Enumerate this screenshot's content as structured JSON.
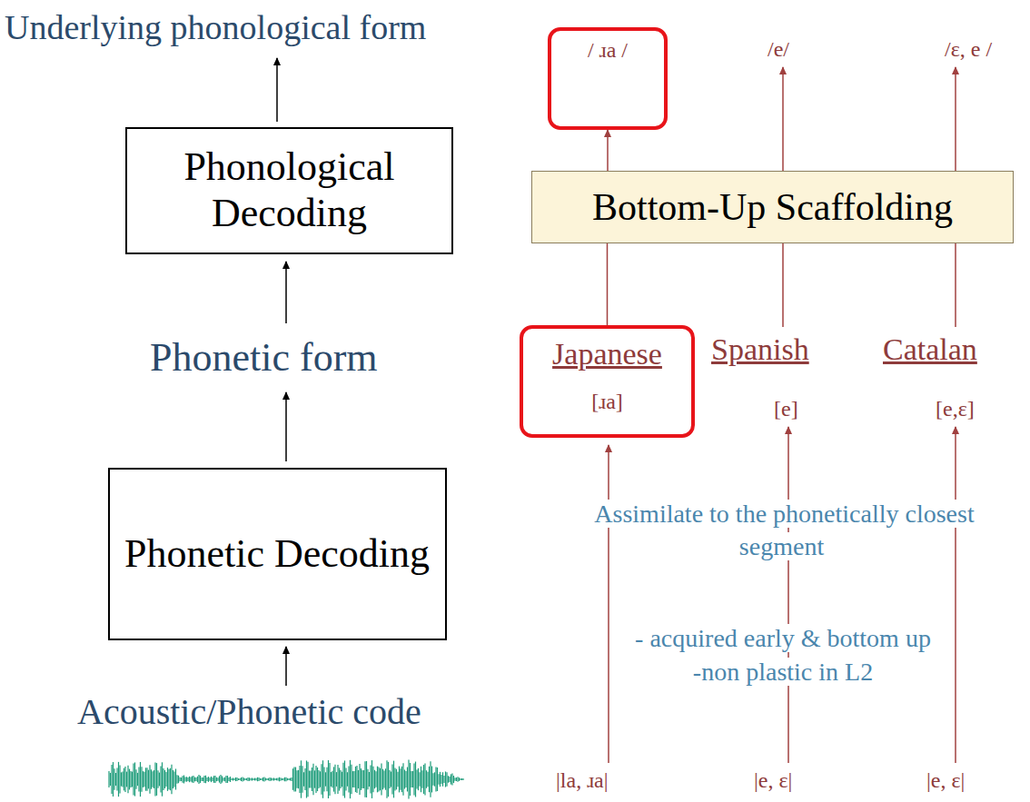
{
  "diagram": {
    "nodes": [
      {
        "text": [
          "/ ɹa /"
        ]
      },
      {
        "text": [
          "Phonological Decoding"
        ]
      },
      {
        "text": [
          "Bottom-Up Scaffolding"
        ]
      },
      {
        "text": [
          "Japanese",
          "[ɹa]"
        ]
      },
      {
        "text": [
          "Phonetic Decoding"
        ]
      }
    ],
    "edges": [
      {
        "from": 3,
        "to": 2,
        "arrow": "none"
      },
      {
        "from": 2,
        "to": 0,
        "arrow": "to"
      }
    ],
    "labels": [
      "Underlying phonological form",
      "/e/",
      "/ɛ, e /",
      "Phonetic form",
      "Spanish",
      "Catalan",
      "[e]",
      "[e,ɛ]",
      "Assimilate to the phonetically closest segment",
      "- acquired early & bottom up",
      "-non plastic in L2",
      "Acoustic/Phonetic code",
      "|la, ɹa|",
      "|e, ɛ|",
      "|e, ɛ|"
    ]
  }
}
